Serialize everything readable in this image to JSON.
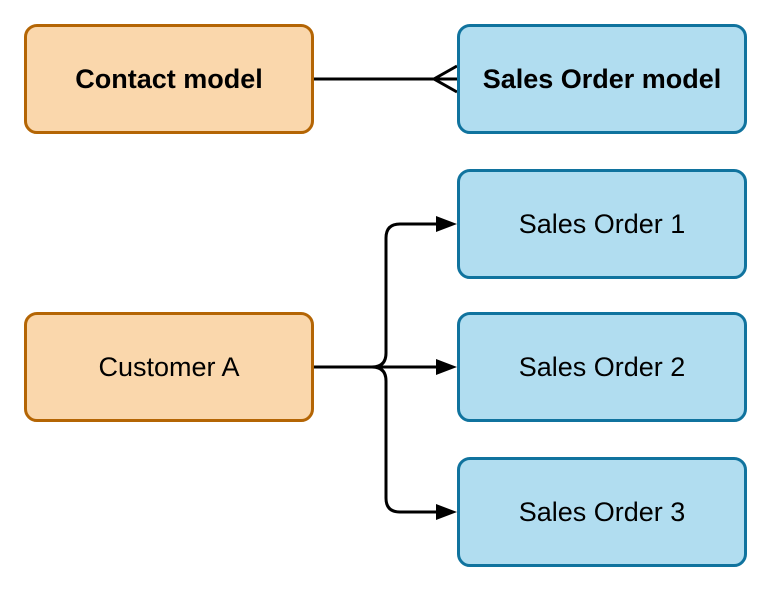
{
  "diagram": {
    "background_color": "#ffffff",
    "connector_color": "#000000",
    "text_color": "#000000",
    "nodes": [
      {
        "label": "Contact model",
        "fill": "#FAD7AC",
        "stroke": "#B46504",
        "bold": true
      },
      {
        "label": "Sales Order model",
        "fill": "#B1DDF0",
        "stroke": "#10739E",
        "bold": true
      },
      {
        "label": "Sales Order 1",
        "fill": "#B1DDF0",
        "stroke": "#10739E",
        "bold": false
      },
      {
        "label": "Customer A",
        "fill": "#FAD7AC",
        "stroke": "#B46504",
        "bold": false
      },
      {
        "label": "Sales Order 2",
        "fill": "#B1DDF0",
        "stroke": "#10739E",
        "bold": false
      },
      {
        "label": "Sales Order 3",
        "fill": "#B1DDF0",
        "stroke": "#10739E",
        "bold": false
      }
    ],
    "edges": [
      {
        "from": "Contact model",
        "to": "Sales Order model",
        "end_marker": "crows-foot-many"
      },
      {
        "from": "Customer A",
        "to": "Sales Order 1",
        "end_marker": "arrow"
      },
      {
        "from": "Customer A",
        "to": "Sales Order 2",
        "end_marker": "arrow"
      },
      {
        "from": "Customer A",
        "to": "Sales Order 3",
        "end_marker": "arrow"
      }
    ]
  }
}
